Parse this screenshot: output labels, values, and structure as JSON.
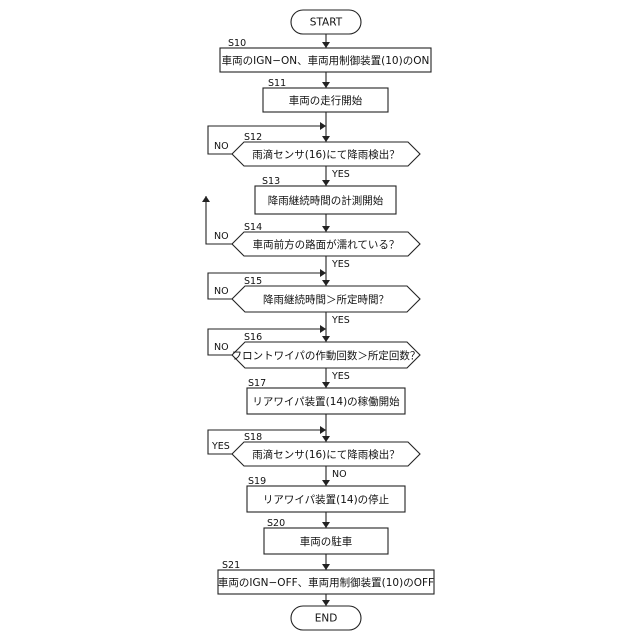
{
  "flow": {
    "start": "START",
    "end": "END",
    "steps": [
      {
        "id": "S10",
        "text": "車両のIGN−ON、車両用制御装置(10)のON"
      },
      {
        "id": "S11",
        "text": "車両の走行開始"
      },
      {
        "id": "S12",
        "text": "雨滴センサ(16)にて降雨検出？"
      },
      {
        "id": "S13",
        "text": "降雨継続時間の計測開始"
      },
      {
        "id": "S14",
        "text": "車両前方の路面が濡れている？"
      },
      {
        "id": "S15",
        "text": "降雨継続時間＞所定時間？"
      },
      {
        "id": "S16",
        "text": "フロントワイパの作動回数＞所定回数？"
      },
      {
        "id": "S17",
        "text": "リアワイパ装置(14)の稼働開始"
      },
      {
        "id": "S18",
        "text": "雨滴センサ(16)にて降雨検出？"
      },
      {
        "id": "S19",
        "text": "リアワイパ装置(14)の停止"
      },
      {
        "id": "S20",
        "text": "車両の駐車"
      },
      {
        "id": "S21",
        "text": "車両のIGN−OFF、車両用制御装置(10)のOFF"
      }
    ],
    "branches": {
      "yes": "YES",
      "no": "NO"
    }
  }
}
